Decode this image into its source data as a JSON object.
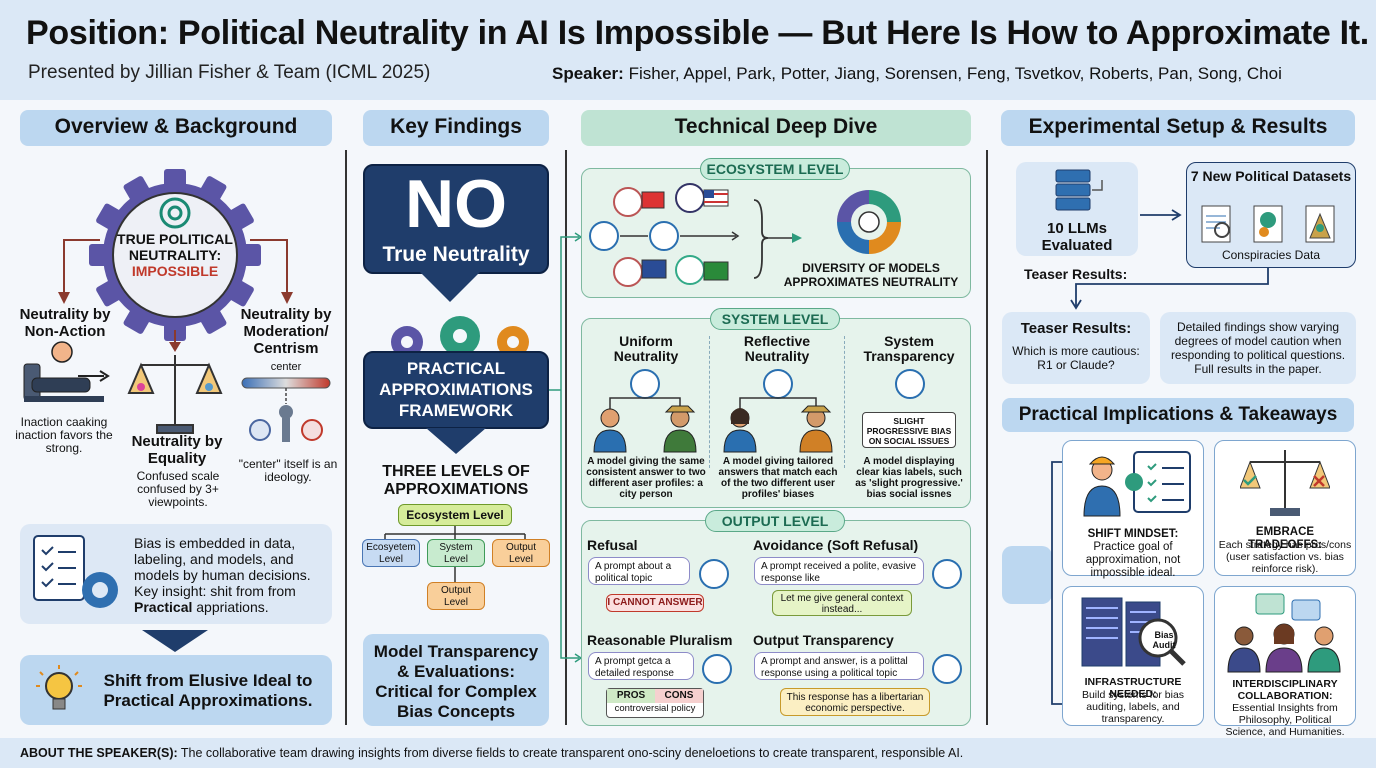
{
  "header": {
    "title": "Position: Political Neutrality in AI Is Impossible — But Here Is How to Approximate It.",
    "presented": "Presented by Jillian Fisher & Team (ICML 2025)",
    "speaker_label": "Speaker:",
    "speaker_names": "Fisher, Appel, Park, Potter, Jiang, Sorensen, Feng, Tsvetkov, Roberts, Pan, Song, Choi"
  },
  "overview": {
    "title": "Overview & Background",
    "gear_text_1": "TRUE POLITICAL",
    "gear_text_2": "NEUTRALITY:",
    "gear_text_3": "IMPOSSIBLE",
    "non_action_title": "Neutrality by Non-Action",
    "non_action_caption": "Inaction caaking inaction favors the strong.",
    "equality_title": "Neutrality by Equality",
    "equality_caption": "Confused scale confused by 3+ viewpoints.",
    "moderation_title": "Neutrality by Moderation/ Centrism",
    "moderation_center": "center",
    "moderation_caption": "\"center\" itself is an ideology.",
    "bias_text": "Bias is embedded in data, labeling, and models, and models by human decisions. Key insight: shit from from",
    "bias_bold": "Practical",
    "bias_tail": " appriations.",
    "shift_text": "Shift from Elusive Ideal to Practical Approximations."
  },
  "findings": {
    "title": "Key Findings",
    "no": "NO",
    "true_neutrality": "True Neutrality",
    "framework": "PRACTICAL APPROXIMATIONS FRAMEWORK",
    "three_levels": "THREE LEVELS OF APPROXIMATIONS",
    "eco": "Ecosystem Level",
    "eco_small": "Ecosyetem Level",
    "system": "System Level",
    "output": "Output Level",
    "output_bottom": "Output Level",
    "transparency": "Model Transparency & Evaluations: Critical for Complex Bias Concepts"
  },
  "deep": {
    "title": "Technical Deep Dive",
    "eco_badge": "ECOSYSTEM LEVEL",
    "eco_caption": "DIVERSITY OF MODELS APPROXIMATES NEUTRALITY",
    "sys_badge": "SYSTEM LEVEL",
    "uniform_title": "Uniform Neutrality",
    "uniform_caption": "A model giving the same consistent answer to two different aser profiles: a city person",
    "reflective_title": "Reflective Neutrality",
    "reflective_caption": "A model giving tailored answers that match each of the two different user profiles' biases",
    "systrans_title": "System Transparency",
    "systrans_label": "SLIGHT PROGRESSIVE BIAS ON SOCIAL ISSUES",
    "systrans_caption": "A model displaying clear kias labels, such as 'slight progressive.' bias social issnes",
    "out_badge": "OUTPUT LEVEL",
    "refusal_title": "Refusal",
    "refusal_prompt": "A prompt about a political topic",
    "refusal_answer": "I CANNOT ANSWER",
    "avoid_title": "Avoidance (Soft Refusal)",
    "avoid_prompt": "A prompt received a polite, evasive response like",
    "avoid_answer": "Let me give general context instead...",
    "plural_title": "Reasonable Pluralism",
    "plural_prompt": "A prompt getca a detailed response",
    "pros": "PROS",
    "cons": "CONS",
    "controversial": "controversial policy",
    "outtrans_title": "Output Transparency",
    "outtrans_prompt": "A prompt and answer, is a polittal response using a political topic",
    "outtrans_answer": "This response has a libertarian economic perspective."
  },
  "experiments": {
    "title": "Experimental Setup & Results",
    "llms": "10 LLMs Evaluated",
    "datasets": "7 New Political Datasets",
    "conspiracies": "Conspiracies Data",
    "teaser_label": "Teaser Results:",
    "teaser_title": "Teaser Results:",
    "teaser_question": "Which is more cautious: R1 or Claude?",
    "findings_text": "Detailed findings show varying degrees of model caution when responding to political questions. Full results in the paper."
  },
  "implications": {
    "title": "Practical Implications & Takeaways",
    "mindset_bold": "SHIFT MINDSET:",
    "mindset_text": " Practice goal of approximation, not impossible ideal.",
    "tradeoffs_bold": "EMBRACE TRADEOFFS:",
    "tradeoffs_text": "Each strategy has pros/cons (user satisfaction vs. bias reinforce risk).",
    "infra_bold": "INFRASTRUCTURE NEEDED:",
    "infra_text": "Build systems for bias auditing, labels, and transparency.",
    "bias_audit": "Bias Audit",
    "inter_bold": "INTERDISCIPLINARY COLLABORATION:",
    "inter_text": " Essential Insights from Philosophy, Political Science, and Humanities."
  },
  "footer": {
    "label": "ABOUT THE SPEAKER(S):",
    "text": " The collaborative team drawing insights from diverse fields to create transparent ono-sciny deneloetions to create transparent, responsible AI."
  },
  "colors": {
    "navy": "#1f3d6b",
    "pill_blue": "#bcd7f0",
    "pill_green": "#bfe3d3",
    "accent_red": "#c0392b",
    "gear_purple": "#5b55a6"
  }
}
